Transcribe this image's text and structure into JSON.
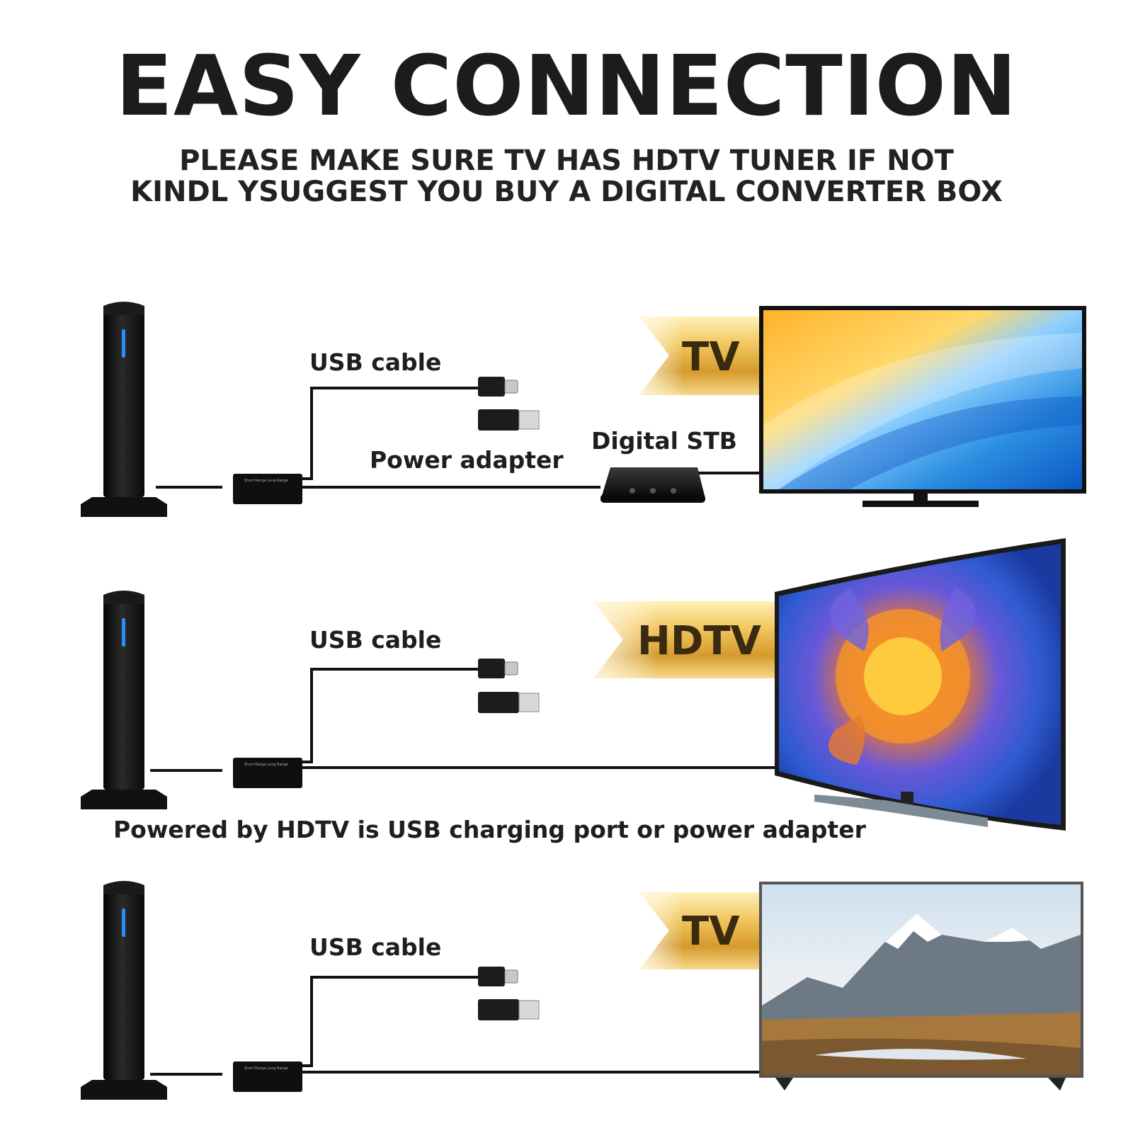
{
  "header": {
    "title": "EASY CONNECTION",
    "subtitle_line1": "PLEASE MAKE SURE TV HAS HDTV TUNER  IF NOT",
    "subtitle_line2": "KINDL YSUGGEST YOU BUY A DIGITAL CONVERTER BOX"
  },
  "row1": {
    "cable_label": "USB cable",
    "adapter_label": "Power adapter",
    "stb_label": "Digital STB",
    "ribbon_label": "TV"
  },
  "row2": {
    "cable_label": "USB cable",
    "ribbon_label": "HDTV",
    "power_note": "Powered by HDTV is USB charging port or power adapter"
  },
  "row3": {
    "cable_label": "USB cable",
    "ribbon_label": "TV"
  },
  "colors": {
    "gold": "#d9a53a",
    "antenna": "#141414",
    "led": "#2a8cff"
  },
  "icons": [
    "antenna-icon",
    "amplifier-box-icon",
    "usb-plug-icon",
    "coax-plug-icon",
    "set-top-box-icon",
    "tv-icon",
    "curved-tv-icon"
  ]
}
